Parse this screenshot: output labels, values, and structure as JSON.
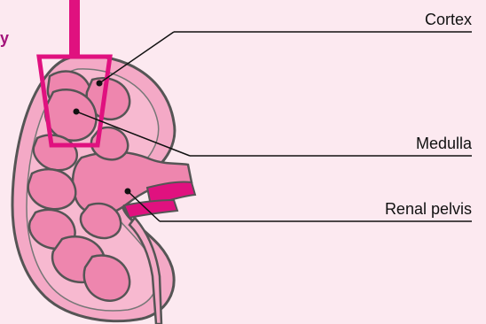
{
  "labels": {
    "cortex": "Cortex",
    "medulla": "Medulla",
    "renal_pelvis": "Renal pelvis"
  },
  "partial_word": "y",
  "colors": {
    "background": "#fce9f0",
    "accent": "#e0117f",
    "kidney_fill": "#f4a9c6",
    "lobe_fill": "#ee86ae",
    "outline": "#555555",
    "text": "#111111"
  },
  "icons": {
    "probe": "biopsy-probe-icon"
  }
}
